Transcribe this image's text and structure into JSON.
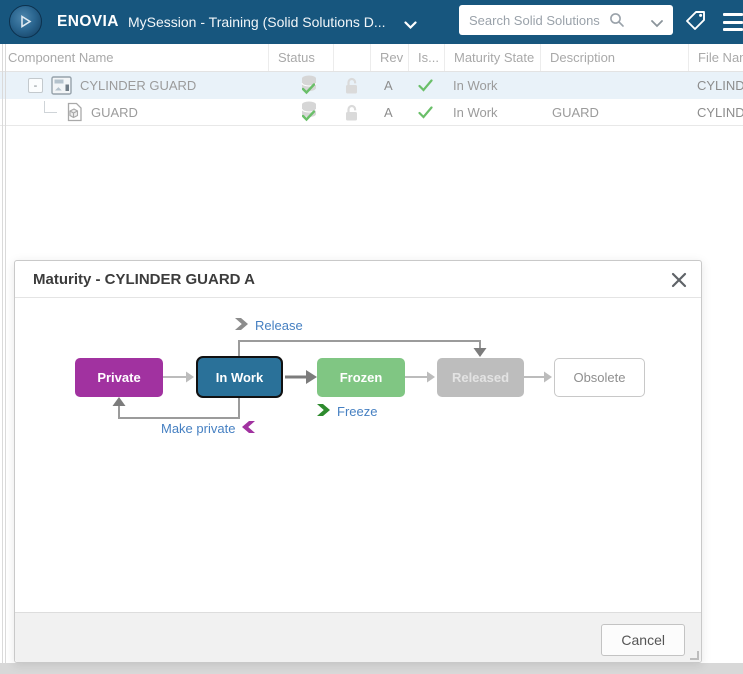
{
  "header": {
    "brand": "ENOVIA",
    "session_title": "MySession - Training (Solid Solutions D...",
    "search_placeholder": "Search Solid Solutions"
  },
  "table": {
    "columns": [
      "Component Name",
      "Status",
      "",
      "Rev",
      "Is...",
      "Maturity State",
      "Description",
      "File Nam"
    ],
    "rows": [
      {
        "expander": "-",
        "name": "CYLINDER GUARD",
        "rev": "A",
        "maturity_state": "In Work",
        "description": "",
        "file_name": "CYLINDE",
        "selected": true
      },
      {
        "name": "GUARD",
        "rev": "A",
        "maturity_state": "In Work",
        "description": "GUARD",
        "file_name": "CYLINDE",
        "selected": false
      }
    ]
  },
  "dialog": {
    "title": "Maturity - CYLINDER GUARD A",
    "states": [
      {
        "label": "Private",
        "color": "#a132a0"
      },
      {
        "label": "In Work",
        "color": "#2a7199",
        "current": true
      },
      {
        "label": "Frozen",
        "color": "#80c683"
      },
      {
        "label": "Released",
        "color": "#bdbdbd"
      },
      {
        "label": "Obsolete",
        "color": "#ffffff"
      }
    ],
    "transitions": {
      "release": {
        "label": "Release",
        "chevron_color": "#8c8c8c"
      },
      "freeze": {
        "label": "Freeze",
        "chevron_color": "#2e8b2e"
      },
      "make_private": {
        "label": "Make private",
        "chevron_color": "#a132a0"
      }
    },
    "cancel_label": "Cancel"
  },
  "colors": {
    "topbar": "#17567E",
    "selected_row": "#e9f2f9",
    "link_blue": "#4680c2",
    "status_check_green": "#6abf69",
    "arrow_gray": "#bcbcbc",
    "arrow_dark": "#7c7c7c"
  }
}
